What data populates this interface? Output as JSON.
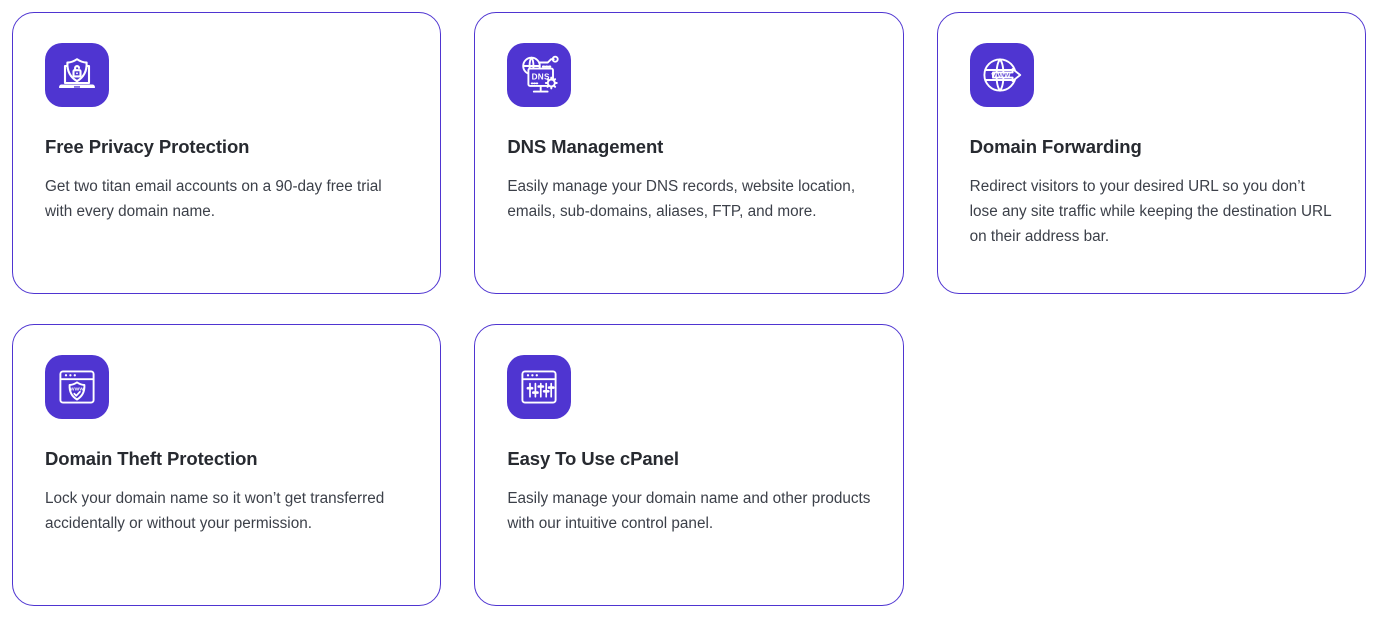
{
  "theme": {
    "accent": "#4F35D1",
    "card_border": "#4F35D1",
    "title_color": "#272A30",
    "body_color": "#3C4049",
    "page_background": "#FFFFFF"
  },
  "cards": [
    {
      "icon": "laptop-shield-lock-icon",
      "title": "Free Privacy Protection",
      "description": "Get two titan email accounts on a 90-day free trial with every domain name."
    },
    {
      "icon": "dns-globe-monitor-gear-icon",
      "title": "DNS Management",
      "description": "Easily manage your DNS records, website location, emails, sub-domains, aliases, FTP, and more."
    },
    {
      "icon": "globe-www-arrow-icon",
      "title": "Domain Forwarding",
      "description": "Redirect visitors to your desired URL so you don’t lose any site traffic while keeping the destination URL on their address bar."
    },
    {
      "icon": "browser-shield-www-check-icon",
      "title": "Domain Theft Protection",
      "description": "Lock your domain name so it won’t get transferred accidentally or without your permission."
    },
    {
      "icon": "browser-sliders-cpanel-icon",
      "title": "Easy To Use cPanel",
      "description": "Easily manage your domain name and other products with our intuitive control panel."
    }
  ]
}
